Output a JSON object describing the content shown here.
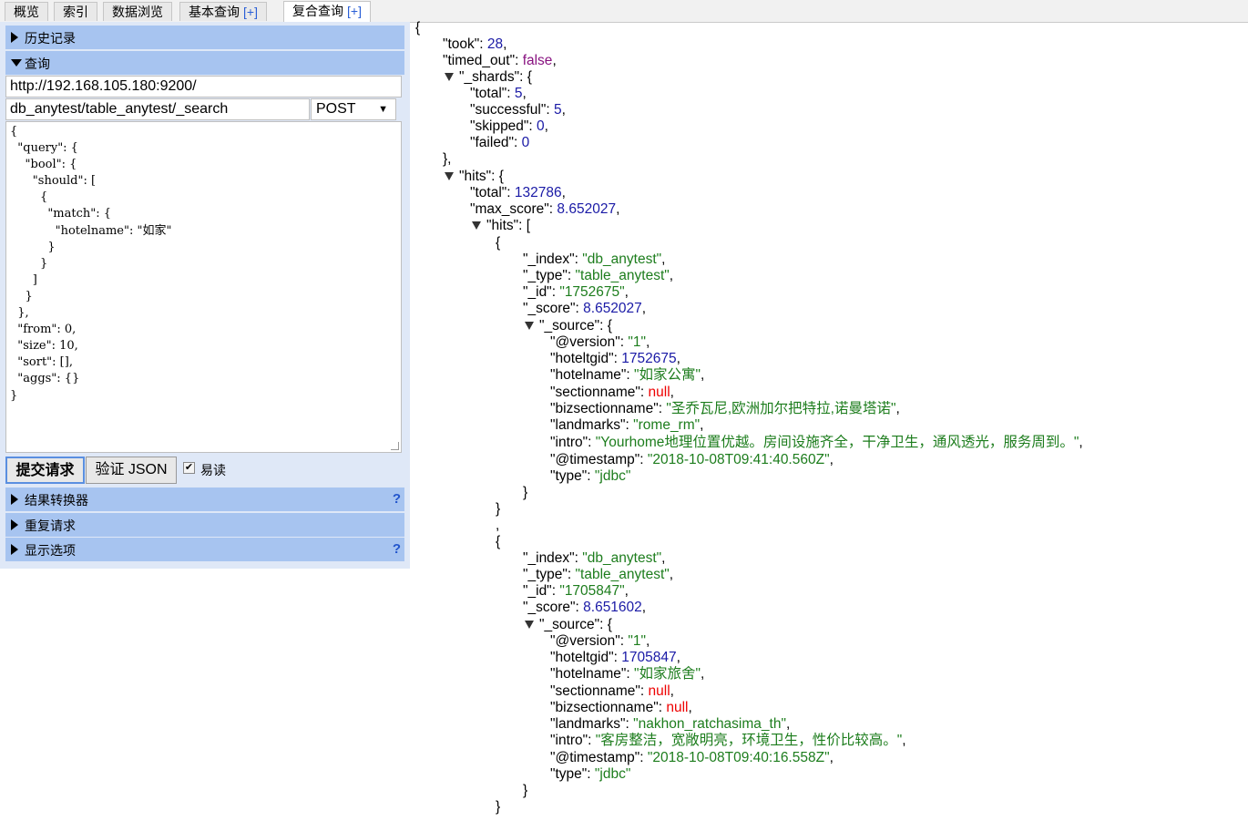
{
  "tabs": [
    {
      "label": "概览",
      "plus": ""
    },
    {
      "label": "索引",
      "plus": ""
    },
    {
      "label": "数据浏览",
      "plus": ""
    },
    {
      "label": "基本查询",
      "plus": "[+]"
    },
    {
      "label": "复合查询",
      "plus": "[+]"
    }
  ],
  "left_panel": {
    "history_label": "历史记录",
    "query_label": "查询",
    "server_url": "http://192.168.105.180:9200/",
    "path": "db_anytest/table_anytest/_search",
    "method": "POST",
    "body_lines": [
      "{",
      "  \"query\": {",
      "    \"bool\": {",
      "      \"should\": [",
      "        {",
      "          \"match\": {",
      "            \"hotelname\": \"如家\"",
      "          }",
      "        }",
      "      ]",
      "    }",
      "  },",
      "  \"from\": 0,",
      "  \"size\": 10,",
      "  \"sort\": [],",
      "  \"aggs\": {}",
      "}"
    ],
    "submit_label": "提交请求",
    "validate_label": "验证 JSON",
    "pretty_checked": "✔",
    "pretty_label": "易读",
    "transformer_label": "结果转换器",
    "repeat_label": "重复请求",
    "display_label": "显示选项",
    "help_mark": "?"
  },
  "result": {
    "took": "28",
    "timed_out": "false",
    "shards": {
      "total": "5",
      "successful": "5",
      "skipped": "0",
      "failed": "0"
    },
    "hits_total": "132786",
    "max_score": "8.652027",
    "hits": [
      {
        "_index": "\"db_anytest\"",
        "_type": "\"table_anytest\"",
        "_id": "\"1752675\"",
        "_score": "8.652027",
        "version": "\"1\"",
        "hoteltgid": "1752675",
        "hotelname": "\"如家公寓\"",
        "sectionname": "null",
        "bizsectionname": "\"圣乔瓦尼,欧洲加尔把特拉,诺曼塔诺\"",
        "landmarks": "\"rome_rm\"",
        "intro": "\"Yourhome地理位置优越。房间设施齐全，干净卫生，通风透光，服务周到。\"",
        "timestamp": "\"2018-10-08T09:41:40.560Z\"",
        "type": "\"jdbc\""
      },
      {
        "_index": "\"db_anytest\"",
        "_type": "\"table_anytest\"",
        "_id": "\"1705847\"",
        "_score": "8.651602",
        "version": "\"1\"",
        "hoteltgid": "1705847",
        "hotelname": "\"如家旅舍\"",
        "sectionname": "null",
        "bizsectionname": "null",
        "landmarks": "\"nakhon_ratchasima_th\"",
        "intro": "\"客房整洁，宽敞明亮，环境卫生，性价比较高。\"",
        "timestamp": "\"2018-10-08T09:40:16.558Z\"",
        "type": "\"jdbc\""
      }
    ]
  }
}
